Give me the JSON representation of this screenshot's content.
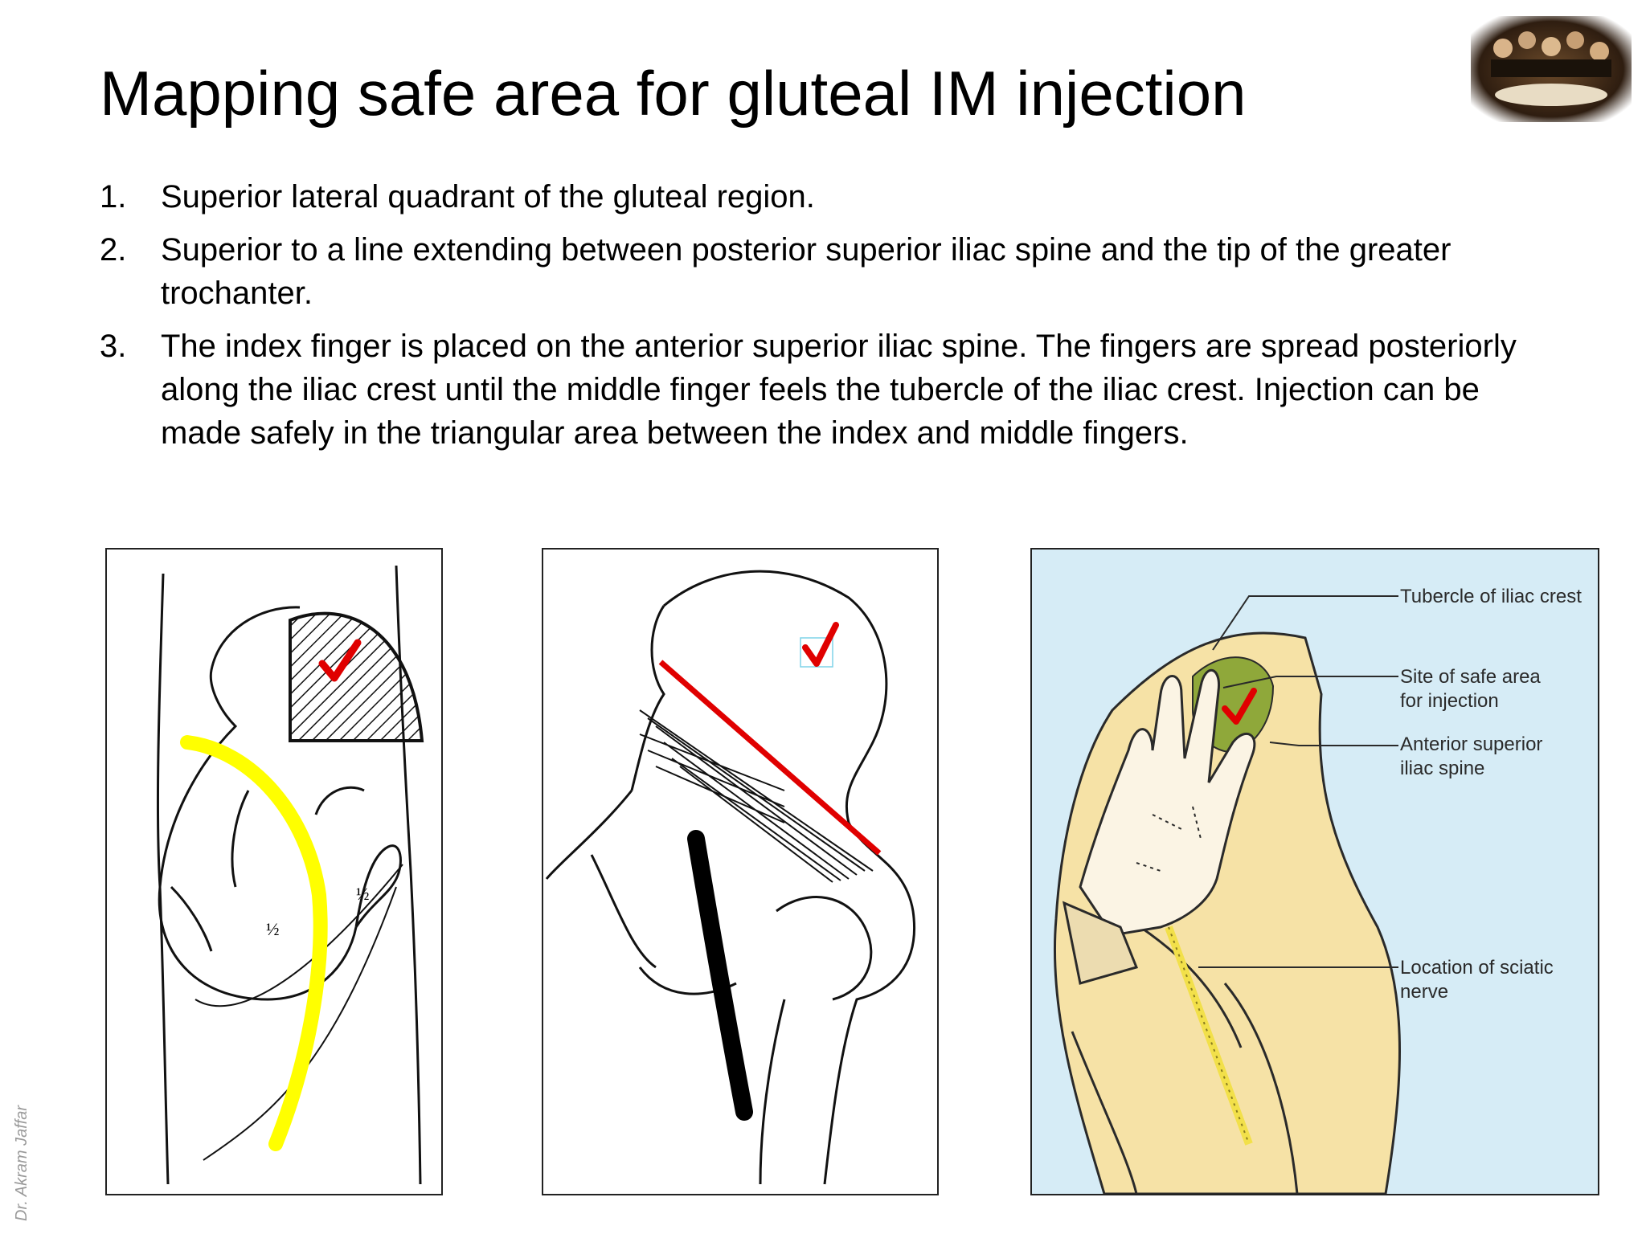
{
  "title": "Mapping safe area for gluteal IM injection",
  "items": [
    {
      "number": "1.",
      "text": "Superior lateral quadrant of the gluteal region."
    },
    {
      "number": "2.",
      "text": "Superior to a line extending between posterior superior iliac spine and the tip of the greater trochanter."
    },
    {
      "number": "3.",
      "text": "The index finger is placed on the anterior superior iliac spine. The fingers are spread posteriorly along the iliac crest until the middle finger feels the tubercle of the iliac crest. Injection can be made safely in the triangular area between the index and middle fingers."
    }
  ],
  "figure1": {
    "half_label": "½"
  },
  "figure3": {
    "labels": {
      "tubercle": "Tubercle of iliac crest",
      "site_1": "Site of safe area",
      "site_2": "for injection",
      "asis_1": "Anterior superior",
      "asis_2": "iliac spine",
      "sciatic_1": "Location of sciatic",
      "sciatic_2": "nerve"
    }
  },
  "credit": "Dr. Akram Jaffar",
  "colors": {
    "check": "#e00000",
    "nerve": "#ffff00",
    "red_line": "#e00000",
    "safe_area": "#8fa83a",
    "figure3_bg": "#d6ecf6",
    "skin": "#f6e2a6"
  }
}
